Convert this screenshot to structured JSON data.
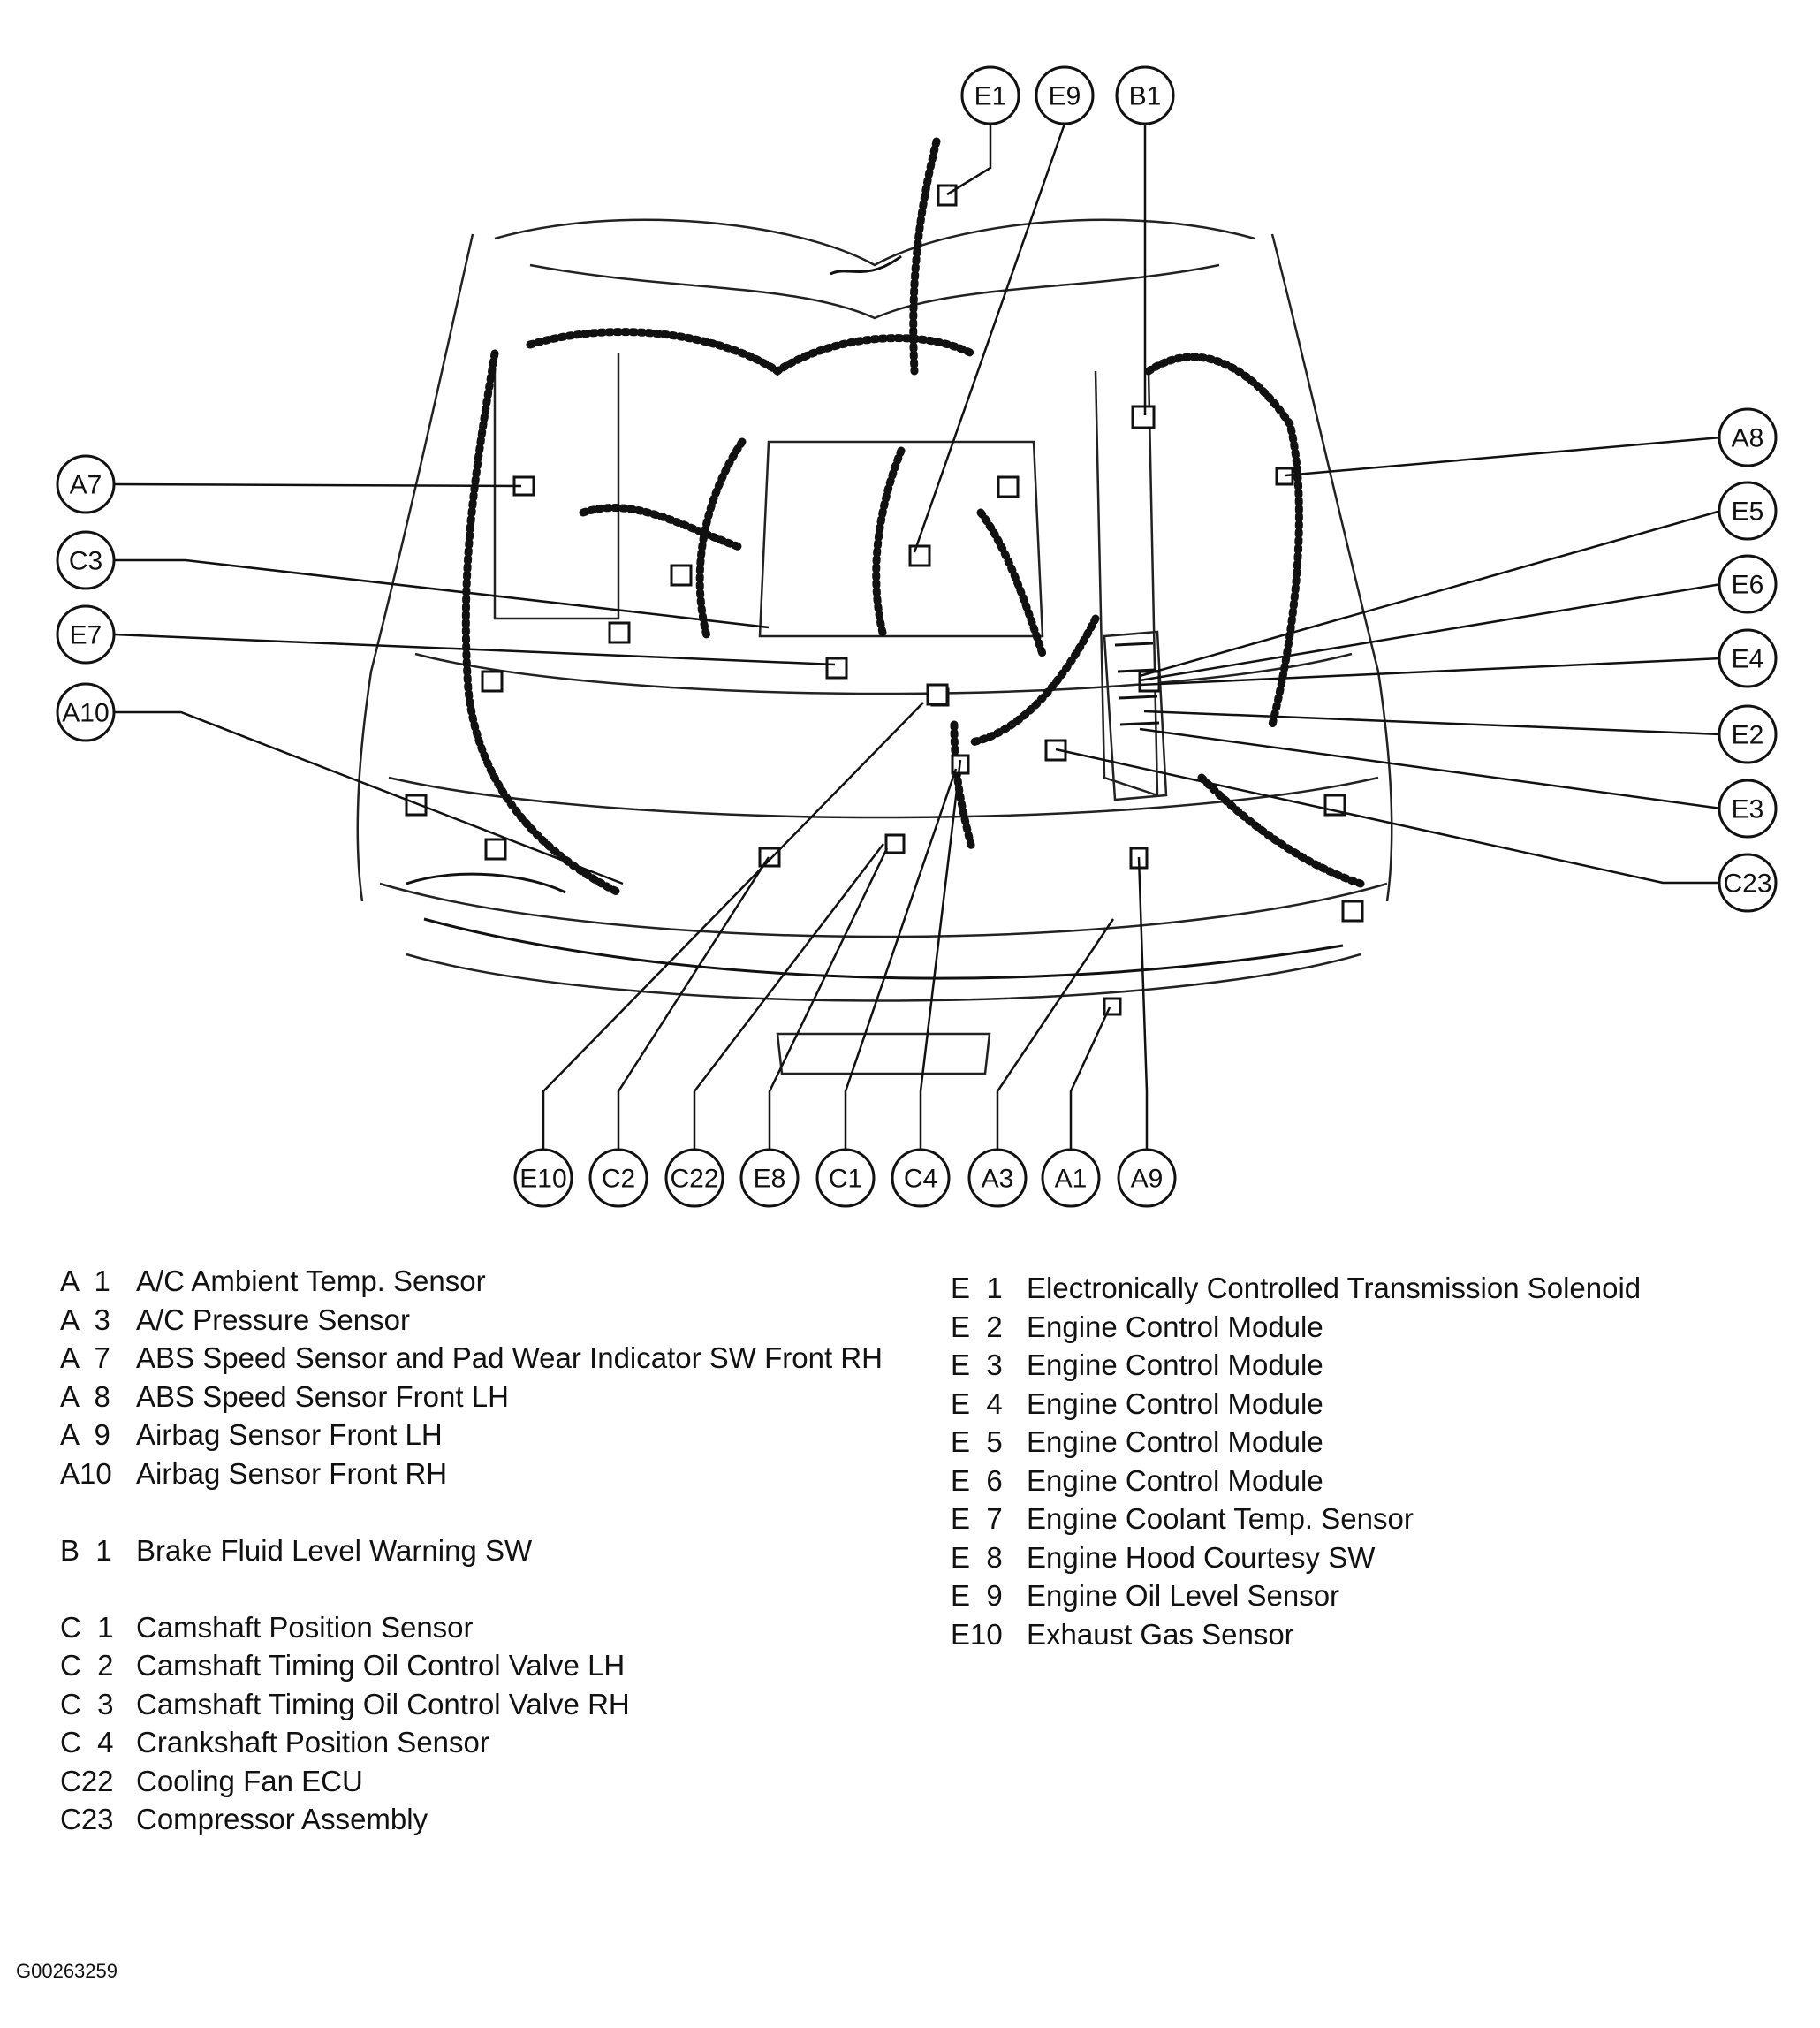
{
  "diagram": {
    "callouts": [
      {
        "id": "E1",
        "label": "E1"
      },
      {
        "id": "E9",
        "label": "E9"
      },
      {
        "id": "B1",
        "label": "B1"
      },
      {
        "id": "A8",
        "label": "A8"
      },
      {
        "id": "E5",
        "label": "E5"
      },
      {
        "id": "E6",
        "label": "E6"
      },
      {
        "id": "E4",
        "label": "E4"
      },
      {
        "id": "E2",
        "label": "E2"
      },
      {
        "id": "E3",
        "label": "E3"
      },
      {
        "id": "C23",
        "label": "C23"
      },
      {
        "id": "A7",
        "label": "A7"
      },
      {
        "id": "C3",
        "label": "C3"
      },
      {
        "id": "E7",
        "label": "E7"
      },
      {
        "id": "A10",
        "label": "A10"
      },
      {
        "id": "E10",
        "label": "E10"
      },
      {
        "id": "C2",
        "label": "C2"
      },
      {
        "id": "C22",
        "label": "C22"
      },
      {
        "id": "E8",
        "label": "E8"
      },
      {
        "id": "C1",
        "label": "C1"
      },
      {
        "id": "C4",
        "label": "C4"
      },
      {
        "id": "A3",
        "label": "A3"
      },
      {
        "id": "A1",
        "label": "A1"
      },
      {
        "id": "A9",
        "label": "A9"
      }
    ]
  },
  "legend": {
    "left": [
      {
        "code": "A  1",
        "desc": "A/C Ambient Temp. Sensor"
      },
      {
        "code": "A  3",
        "desc": "A/C Pressure Sensor"
      },
      {
        "code": "A  7",
        "desc": "ABS Speed Sensor and Pad Wear Indicator SW Front RH"
      },
      {
        "code": "A  8",
        "desc": "ABS Speed Sensor Front LH"
      },
      {
        "code": "A  9",
        "desc": "Airbag Sensor Front LH"
      },
      {
        "code": "A10",
        "desc": "Airbag Sensor Front RH"
      },
      {
        "code": "B  1",
        "desc": "Brake Fluid Level Warning SW"
      },
      {
        "code": "C  1",
        "desc": "Camshaft Position Sensor"
      },
      {
        "code": "C  2",
        "desc": "Camshaft Timing Oil Control Valve LH"
      },
      {
        "code": "C  3",
        "desc": "Camshaft Timing Oil Control Valve RH"
      },
      {
        "code": "C  4",
        "desc": "Crankshaft Position Sensor"
      },
      {
        "code": "C22",
        "desc": "Cooling Fan ECU"
      },
      {
        "code": "C23",
        "desc": "Compressor Assembly"
      }
    ],
    "right": [
      {
        "code": "E  1",
        "desc": "Electronically Controlled Transmission Solenoid"
      },
      {
        "code": "E  2",
        "desc": "Engine Control Module"
      },
      {
        "code": "E  3",
        "desc": "Engine Control Module"
      },
      {
        "code": "E  4",
        "desc": "Engine Control Module"
      },
      {
        "code": "E  5",
        "desc": "Engine Control Module"
      },
      {
        "code": "E  6",
        "desc": "Engine Control Module"
      },
      {
        "code": "E  7",
        "desc": "Engine Coolant Temp. Sensor"
      },
      {
        "code": "E  8",
        "desc": "Engine Hood Courtesy SW"
      },
      {
        "code": "E  9",
        "desc": "Engine Oil Level Sensor"
      },
      {
        "code": "E10",
        "desc": "Exhaust Gas Sensor"
      }
    ]
  },
  "figure_id": "G00263259"
}
